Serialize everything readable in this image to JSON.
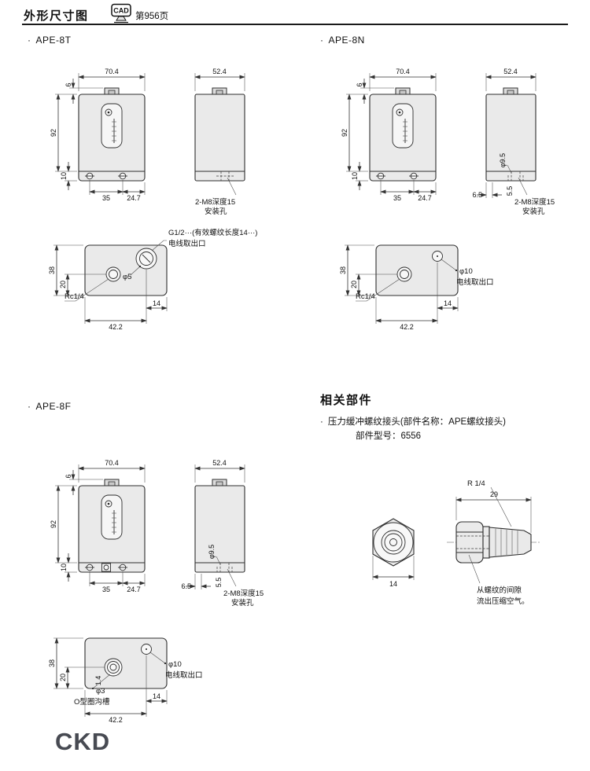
{
  "ui": {
    "bullet": "·"
  },
  "header": {
    "title": "外形尺寸图",
    "cad": "CAD",
    "page": "第956页"
  },
  "footer": {
    "logo": "CKD"
  },
  "ape8t": {
    "label": "APE-8T",
    "front": {
      "w": "70.4",
      "t": "6",
      "h": "92",
      "b": "10",
      "p1": "35",
      "p2": "24.7"
    },
    "side": {
      "w": "52.4",
      "hole1": "2-M8深度15",
      "hole2": "安装孔"
    },
    "bottom": {
      "conduit": "G1/2···(有效螺纹长度14···)",
      "outlet": "电线取出口",
      "dia": "φ5",
      "d": "38",
      "p": "20",
      "port": "Rc1/4",
      "l1": "42.2",
      "l2": "14"
    }
  },
  "ape8n": {
    "label": "APE-8N",
    "front": {
      "w": "70.4",
      "t": "6",
      "h": "92",
      "b": "10",
      "p1": "35",
      "p2": "24.7"
    },
    "side": {
      "w": "52.4",
      "cb": "φ9.5",
      "cd": "5.5",
      "ce": "6.5",
      "hole1": "2-M8深度15",
      "hole2": "安装孔"
    },
    "bottom": {
      "dia": "φ10",
      "outlet": "电线取出口",
      "d": "38",
      "p": "20",
      "port": "Rc1/4",
      "l1": "42.2",
      "l2": "14"
    }
  },
  "ape8f": {
    "label": "APE-8F",
    "front": {
      "w": "70.4",
      "t": "6",
      "h": "92",
      "b": "10",
      "p1": "35",
      "p2": "24.7"
    },
    "side": {
      "w": "52.4",
      "cb": "φ9.5",
      "cd": "5.5",
      "ce": "6.5",
      "hole1": "2-M8深度15",
      "hole2": "安装孔"
    },
    "bottom": {
      "dia": "φ10",
      "outlet": "电线取出口",
      "d": "38",
      "p": "20",
      "g": "1.4",
      "oring_d": "φ3",
      "oring": "O型圈沟槽",
      "l1": "42.2",
      "l2": "14"
    }
  },
  "related": {
    "title": "相关部件",
    "desc": "压力缓冲螺纹接头(部件名称：APE螺纹接头)",
    "model": "部件型号：6556",
    "thread": "R 1/4",
    "len": "29",
    "af": "14",
    "note1": "从螺纹的间隙",
    "note2": "流出压缩空气。"
  }
}
